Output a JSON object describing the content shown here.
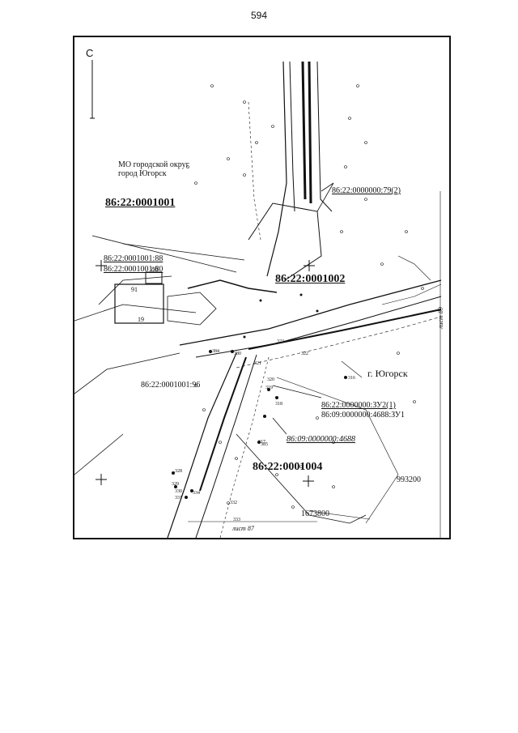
{
  "page_number": "594",
  "north_marker": "С",
  "municipality": "МО городской округ город Югорск",
  "city": "г. Югорск",
  "parcels": {
    "p1001": "86:22:0001001",
    "p1002": "86:22:0001002",
    "p1004": "86:22:0001004",
    "p1001_88": "86:22:0001001:88",
    "p1001_80": "86:22:0001001:80",
    "p1001_96": "86:22:0001001:96",
    "zu2": "86:22:0000000:ЗУ2(1)",
    "zu1": "86:09:0000000:4688:ЗУ1",
    "p79": "86:22:0000000:79(2)",
    "p4688": "86:09:0000000:4688"
  },
  "sheets": {
    "bottom": "лист 87",
    "right": "лист 89"
  },
  "coordinates": {
    "easting": "993200",
    "northing": "1673800"
  },
  "parcel_marks": [
    "91",
    "19",
    "80"
  ],
  "point_numbers": [
    "317",
    "318",
    "319",
    "320",
    "316",
    "321",
    "322",
    "323",
    "328",
    "329",
    "330",
    "331",
    "332",
    "333",
    "334",
    "380",
    "384",
    "385"
  ],
  "colors": {
    "ink": "#111111",
    "paper": "#ffffff"
  }
}
